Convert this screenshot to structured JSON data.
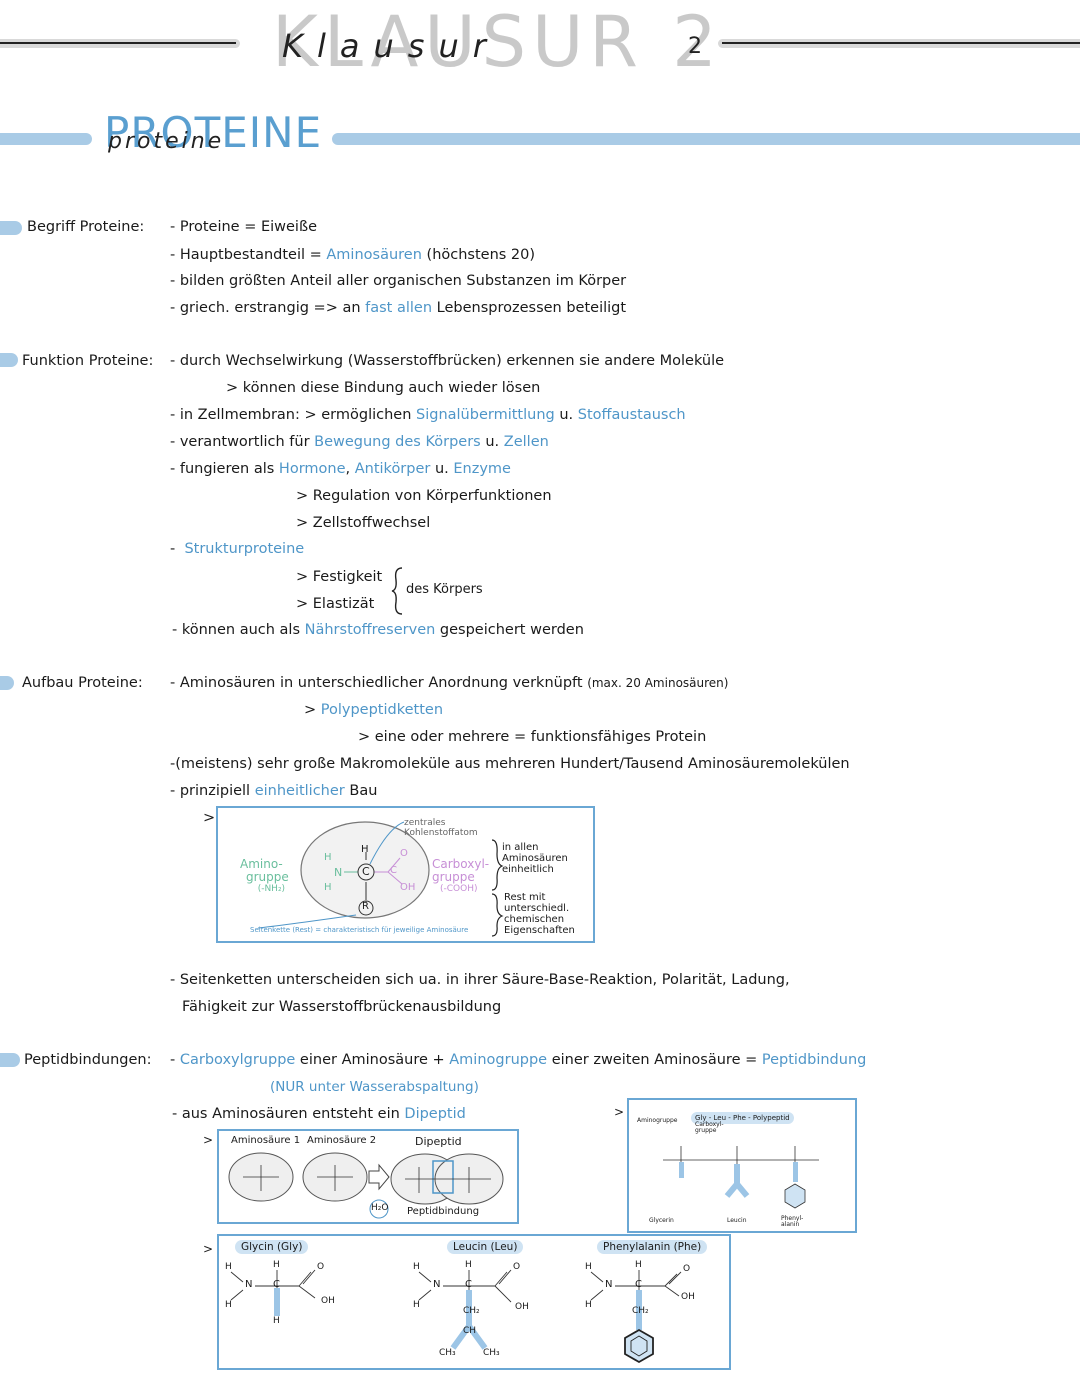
{
  "header": {
    "title": "KLAUSUR 2",
    "script_word": "Klausur",
    "script_num": "2"
  },
  "section": {
    "title": "PROTEINE",
    "script_word": "proteine"
  },
  "begriff": {
    "label": "Begriff Proteine:",
    "lines": [
      {
        "pre": "- Proteine = Eiweiße",
        "hl": "",
        "post": ""
      },
      {
        "pre": "- Hauptbestandteil = ",
        "hl": "Aminosäuren",
        "post": "  (höchstens 20)"
      },
      {
        "pre": "- bilden größten Anteil aller organischen Substanzen im Körper",
        "hl": "",
        "post": ""
      },
      {
        "pre": "- griech. erstrangig => an ",
        "hl": "fast allen",
        "post": " Lebensprozessen beteiligt"
      }
    ]
  },
  "funktion": {
    "label": "Funktion Proteine:",
    "l1": "- durch Wechselwirkung (Wasserstoffbrücken) erkennen sie andere Moleküle",
    "l2": "> können diese Bindung auch wieder lösen",
    "l3_pre": "- in Zellmembran:   > ermöglichen ",
    "l3_hl1": "Signalübermittlung",
    "l3_mid": " u. ",
    "l3_hl2": "Stoffaustausch",
    "l4_pre": "- verantwortlich für ",
    "l4_hl": "Bewegung des Körpers",
    "l4_mid": " u. ",
    "l4_hl2": "Zellen",
    "l5_pre": "- fungieren als ",
    "l5_hl1": "Hormone",
    "l5_sep": ", ",
    "l5_hl2": "Antikörper",
    "l5_mid": " u. ",
    "l5_hl3": "Enzyme",
    "l6": "> Regulation von Körperfunktionen",
    "l7": "> Zellstoffwechsel",
    "l8_dash": "-",
    "l8_hl": "Strukturproteine",
    "l9": "> Festigkeit",
    "l10": "> Elastizät",
    "brace_text": "des Körpers",
    "l11_pre": "- können auch als ",
    "l11_hl": "Nährstoffreserven",
    "l11_post": " gespeichert werden"
  },
  "aufbau": {
    "label": "Aufbau Proteine:",
    "l1": "- Aminosäuren in unterschiedlicher Anordnung verknüpft",
    "l1_note": "(max. 20 Aminosäuren)",
    "l2_pre": "> ",
    "l2_hl": "Polypeptidketten",
    "l3": "> eine oder mehrere = funktionsfähiges Protein",
    "l4": "-(meistens) sehr große Makromoleküle aus mehreren Hundert/Tausend Aminosäuremolekülen",
    "l5_pre": "- prinzipiell ",
    "l5_hl": "einheitlicher",
    "l5_post": " Bau",
    "arrow": ">",
    "diagram": {
      "zentral": "zentrales Kohlenstoffatom",
      "amino": "Amino-",
      "amino2": "gruppe",
      "amino3": "(-NH₂)",
      "carboxyl": "Carboxyl-",
      "carboxyl2": "gruppe",
      "carboxyl3": "(-COOH)",
      "seitenkette": "Seitenkette (Rest) = charakteristisch für jeweilige Aminosäure",
      "right1": "in allen Aminosäuren einheitlich",
      "right2": "Rest mit unterschiedl. chemischen Eigenschaften",
      "H": "H",
      "N": "N",
      "C": "C",
      "O": "O",
      "OH": "OH",
      "R": "R"
    },
    "l6": "- Seitenketten unterscheiden sich ua. in ihrer Säure-Base-Reaktion, Polarität, Ladung,",
    "l7": "Fähigkeit zur Wasserstoffbrückenausbildung"
  },
  "peptid": {
    "label": "Peptidbindungen:",
    "l1_pre": "- ",
    "l1_hl1": "Carboxylgruppe",
    "l1_mid1": " einer Aminosäure + ",
    "l1_hl2": "Aminogruppe",
    "l1_mid2": " einer zweiten Aminosäure = ",
    "l1_hl3": "Peptidbindung",
    "l2": "(NUR unter Wasserabspaltung)",
    "l3_pre": "- aus Aminosäuren entsteht ein ",
    "l3_hl": "Dipeptid",
    "arrow": ">",
    "box1": {
      "as1": "Aminosäure 1",
      "as2": "Aminosäure 2",
      "dipeptid": "Dipeptid",
      "h2o": "H₂O",
      "bond": "Peptidbindung"
    },
    "box2": {
      "amino": "Aminogruppe",
      "carboxyl": "Carboxyl-gruppe",
      "chain": "Gly - Leu - Phe - Polypeptid",
      "glycin": "Glycerin",
      "leucin": "Leucin",
      "phenyl": "Phenyl-alanin"
    },
    "box3": {
      "gly": "Glycin (Gly)",
      "leu": "Leucin (Leu)",
      "phe": "Phenylalanin (Phe)",
      "H": "H",
      "N": "N",
      "C": "C",
      "O": "O",
      "OH": "OH",
      "CH2": "CH₂",
      "CH": "CH",
      "CH3": "CH₃"
    }
  }
}
